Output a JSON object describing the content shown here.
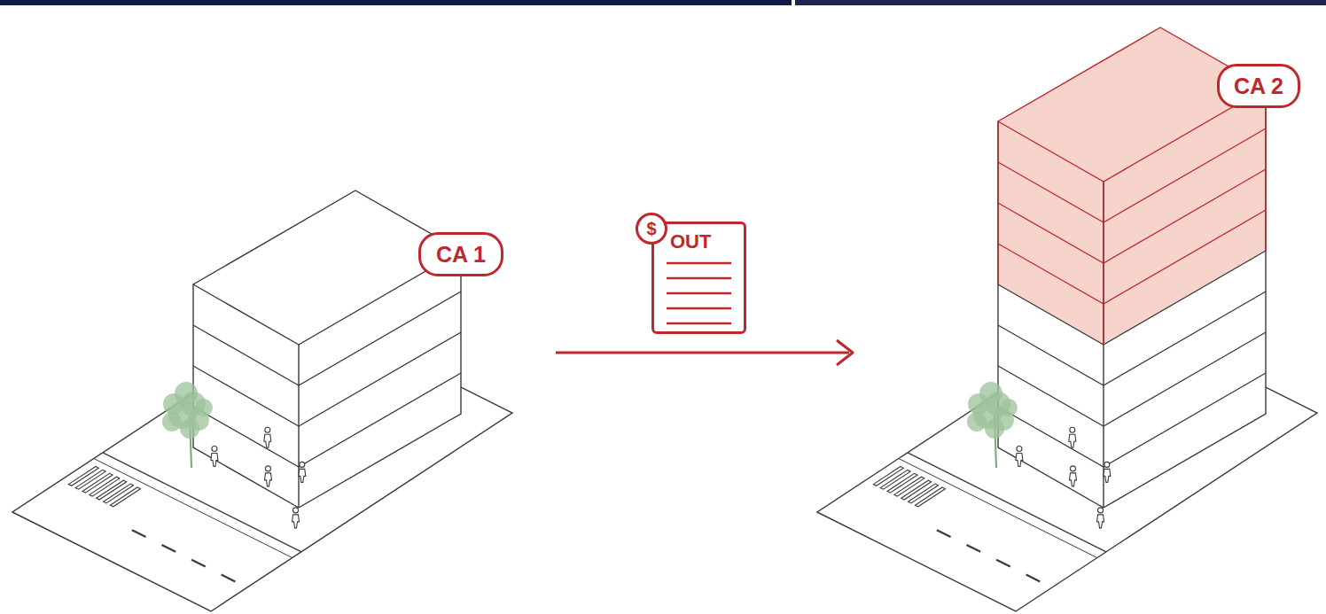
{
  "diagram": {
    "nodes": [
      {
        "text": [
          "CA 1"
        ]
      },
      {
        "text": [
          "$"
        ]
      },
      {
        "text": [
          "OUT"
        ]
      },
      {
        "text": [
          "CA 2"
        ]
      }
    ]
  }
}
